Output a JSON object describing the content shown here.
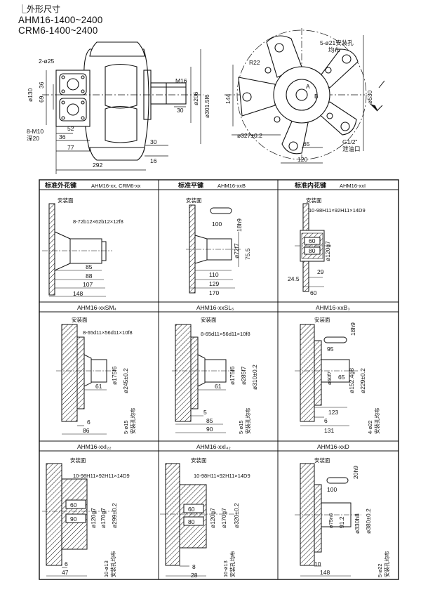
{
  "header": {
    "title": "外形尺寸",
    "model_line_1": "AHM16-1400~2400",
    "model_line_2": "CRM6-1400~2400"
  },
  "main_front": {
    "labels": [
      "2-ø25",
      "ø130",
      "36",
      "69",
      "8-M10",
      "深20",
      "52",
      "36",
      "77",
      "292",
      "M16",
      "ø206",
      "ø301.5f6",
      "30",
      "30",
      "16"
    ]
  },
  "main_side": {
    "labels": [
      "R22",
      "5-ø21安装孔",
      "均布",
      "144",
      "ø530",
      "ø327±0.2",
      "65",
      "G1/2\"",
      "泄油口",
      "120",
      "B",
      "A"
    ]
  },
  "grid": {
    "col_headers_bold": [
      "标准外花键",
      "标准平键",
      "标准内花键"
    ],
    "col_headers_model": [
      "AHM16-xx, CRM6-xx",
      "AHM16-xxB",
      "AHM16-xxI"
    ],
    "row2_headers": [
      "AHM16-xxSM₄",
      "AHM16-xxSL₅",
      "AHM16-xxB₃"
    ],
    "row3_headers": [
      "AHM16-xxI₂₂",
      "AHM16-xxI₄₂",
      "AHM16-xxD"
    ]
  },
  "cells": {
    "c11": [
      "安装面",
      "8-72b12×62b12×12f8",
      "85",
      "88",
      "107",
      "148"
    ],
    "c12": [
      "安装面",
      "100",
      "18h9",
      "ø72f7",
      "75.5",
      "110",
      "129",
      "170"
    ],
    "c13": [
      "安装面",
      "10-98H11×92H11×14D9",
      "60",
      "80",
      "ø120g7",
      "29",
      "24.5",
      "60"
    ],
    "c21": [
      "安装面",
      "8-65d11×56d11×10f8",
      "ø175f6",
      "ø245±0.2",
      "61",
      "6",
      "86",
      "5-ø15",
      "安装孔均布"
    ],
    "c22": [
      "安装面",
      "8-65d11×56d11×10f8",
      "ø175f6",
      "ø285f7",
      "ø310±0.2",
      "61",
      "5",
      "85",
      "90",
      "5-ø15",
      "安装孔均布"
    ],
    "c23": [
      "安装面",
      "18h9",
      "95",
      "ø60f7",
      "65",
      "ø152.4g8",
      "ø229±0.2",
      "123",
      "6",
      "131",
      "4-ø22",
      "安装孔均布"
    ],
    "c31": [
      "安装面",
      "10-98H11×92H11×14D9",
      "60",
      "90",
      "ø120g7",
      "ø170g7",
      "ø299±0.2",
      "6",
      "47",
      "10-ø13",
      "安装孔均布"
    ],
    "c32": [
      "安装面",
      "10-98H11×92H11×14D9",
      "60",
      "80",
      "ø120g7",
      "ø170g7",
      "ø320±0.2",
      "8",
      "28",
      "10-ø13",
      "安装孔均布"
    ],
    "c33": [
      "安装面",
      "20h9",
      "100",
      "ø75n6",
      "91.2",
      "ø330h8",
      "ø380±0.2",
      "10",
      "148",
      "5-ø22",
      "安装孔均布"
    ]
  }
}
